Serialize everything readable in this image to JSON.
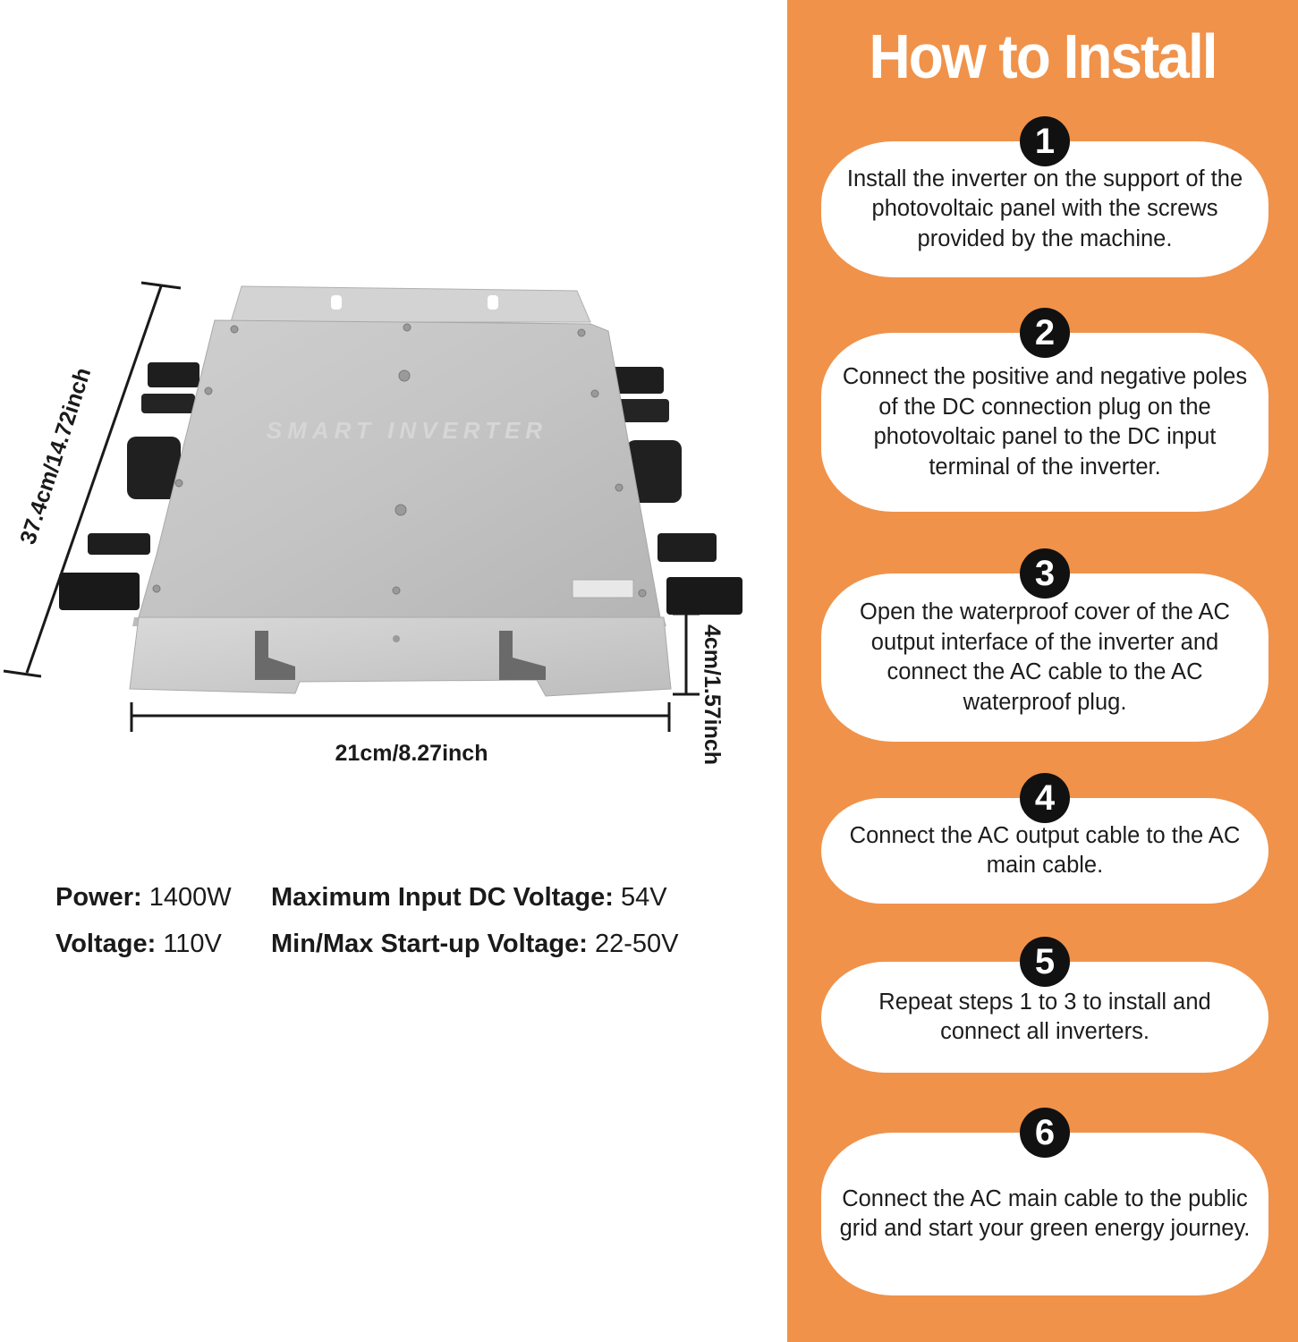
{
  "dimensions": {
    "length": "37.4cm/14.72inch",
    "width": "21cm/8.27inch",
    "height": "4cm/1.57inch"
  },
  "product": {
    "panel_text": "SMART INVERTER"
  },
  "specs": {
    "power_label": "Power:",
    "power_value": "1400W",
    "voltage_label": "Voltage:",
    "voltage_value": "110V",
    "max_dc_label": "Maximum Input DC Voltage:",
    "max_dc_value": "54V",
    "startup_label": "Min/Max Start-up Voltage:",
    "startup_value": "22-50V"
  },
  "install": {
    "title": "How to Install",
    "accent_color": "#F0924A",
    "steps": [
      {
        "number": "1",
        "text": "Install the inverter on the support of the photovoltaic panel with the screws provided by the machine."
      },
      {
        "number": "2",
        "text": "Connect the positive and negative poles of the DC connection plug on the photovoltaic panel to the DC input terminal of the inverter."
      },
      {
        "number": "3",
        "text": "Open the waterproof cover of the AC output interface of the inverter and connect the AC cable to the AC waterproof plug."
      },
      {
        "number": "4",
        "text": "Connect the AC output cable to the AC main cable."
      },
      {
        "number": "5",
        "text": "Repeat steps 1 to 3 to install and connect all inverters."
      },
      {
        "number": "6",
        "text": "Connect the AC main cable to the public grid and start your green energy journey."
      }
    ]
  }
}
